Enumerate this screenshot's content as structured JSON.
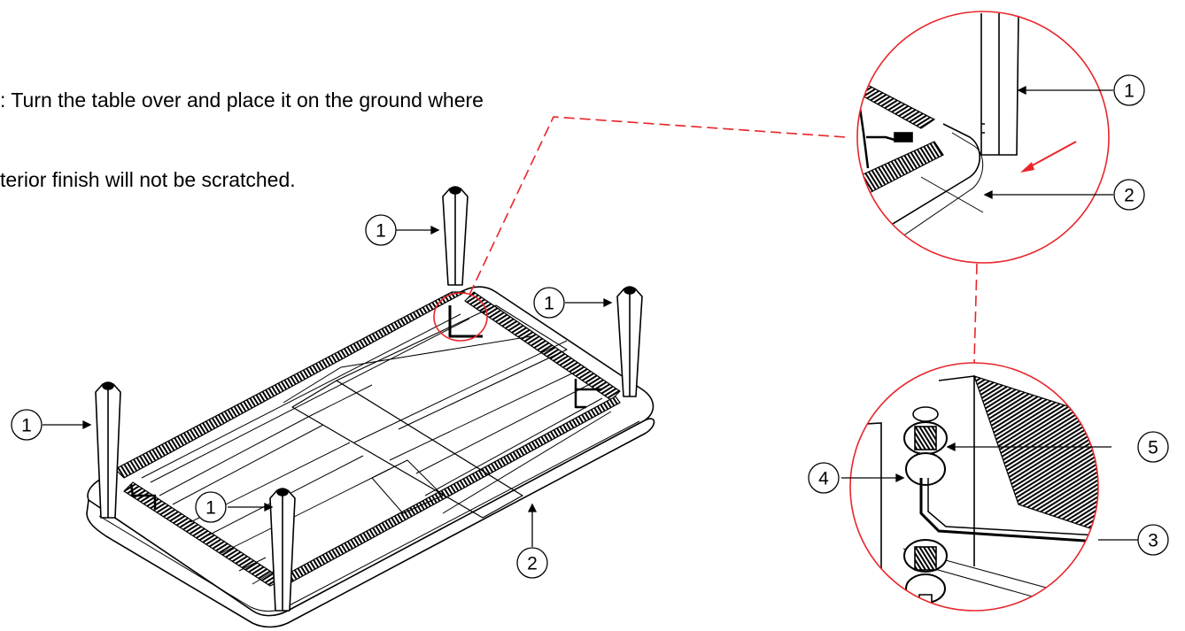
{
  "instruction": {
    "line1": ": Turn the table over and place it on the ground where",
    "line2": "terior finish will not be scratched."
  },
  "callouts": {
    "leg_back": "1",
    "leg_right": "1",
    "leg_left": "1",
    "leg_front": "1",
    "tabletop": "2",
    "detail_top_leg": "1",
    "detail_top_tabletop": "2",
    "detail_bottom_3": "3",
    "detail_bottom_4": "4",
    "detail_bottom_5": "5"
  },
  "colors": {
    "line": "#000000",
    "detail_circle": "#e8262a",
    "arrow_red": "#e8262a"
  }
}
